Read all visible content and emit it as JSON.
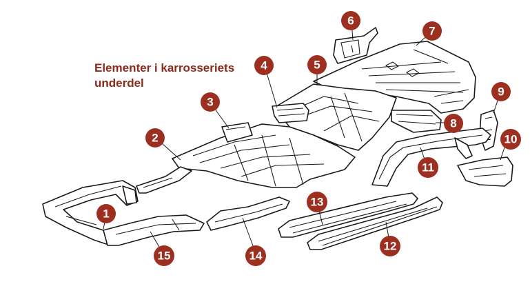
{
  "title_line1": "Elementer i karrosseriets",
  "title_line2": "underdel",
  "callout_color": "#9c2f1f",
  "callouts": [
    {
      "label": "1"
    },
    {
      "label": "2"
    },
    {
      "label": "3"
    },
    {
      "label": "4"
    },
    {
      "label": "5"
    },
    {
      "label": "6"
    },
    {
      "label": "7"
    },
    {
      "label": "8"
    },
    {
      "label": "9"
    },
    {
      "label": "10"
    },
    {
      "label": "11"
    },
    {
      "label": "12"
    },
    {
      "label": "13"
    },
    {
      "label": "14"
    },
    {
      "label": "15"
    }
  ]
}
